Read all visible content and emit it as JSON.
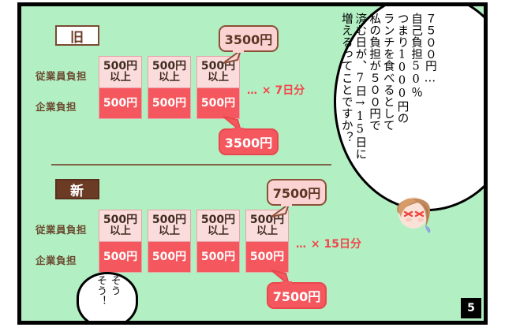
{
  "page": {
    "number": "5"
  },
  "sections": [
    {
      "tag": "旧",
      "labels": {
        "employee": "従業員負担",
        "company": "企業負担"
      },
      "boxes": [
        {
          "top": "500円",
          "top_sub": "以上",
          "bottom": "500円"
        },
        {
          "top": "500円",
          "top_sub": "以上",
          "bottom": "500円"
        },
        {
          "top": "500円",
          "top_sub": "以上",
          "bottom": "500円"
        }
      ],
      "multiplier": {
        "dots": "…",
        "times": "×",
        "text": "7日分"
      },
      "callout_top": "3500円",
      "callout_bottom": "3500円"
    },
    {
      "tag": "新",
      "labels": {
        "employee": "従業員負担",
        "company": "企業負担"
      },
      "boxes": [
        {
          "top": "500円",
          "top_sub": "以上",
          "bottom": "500円"
        },
        {
          "top": "500円",
          "top_sub": "以上",
          "bottom": "500円"
        },
        {
          "top": "500円",
          "top_sub": "以上",
          "bottom": "500円"
        },
        {
          "top": "500円",
          "top_sub": "以上",
          "bottom": "500円"
        }
      ],
      "multiplier": {
        "dots": "…",
        "times": "×",
        "text": "15日分"
      },
      "callout_top": "7500円",
      "callout_bottom": "7500円"
    }
  ],
  "thought_bubble": {
    "columns": [
      "７５００円…",
      "自己負担50％",
      "つまり1000円の",
      "ランチを食べるとして",
      "私の負担が５００円で",
      "済む日が、7日→15日に",
      "増えるってことですか？"
    ]
  },
  "mini_bubble": {
    "columns": [
      "そう",
      "そう！"
    ]
  },
  "colors": {
    "background": "#b2efc3",
    "frame": "#000000",
    "box_top": "#fbdcdc",
    "box_bottom": "#f4585e",
    "box_border": "#e7a3a6",
    "label_text": "#6b4a30",
    "accent_red": "#f3454c",
    "tag_brown": "#6b3b24"
  }
}
